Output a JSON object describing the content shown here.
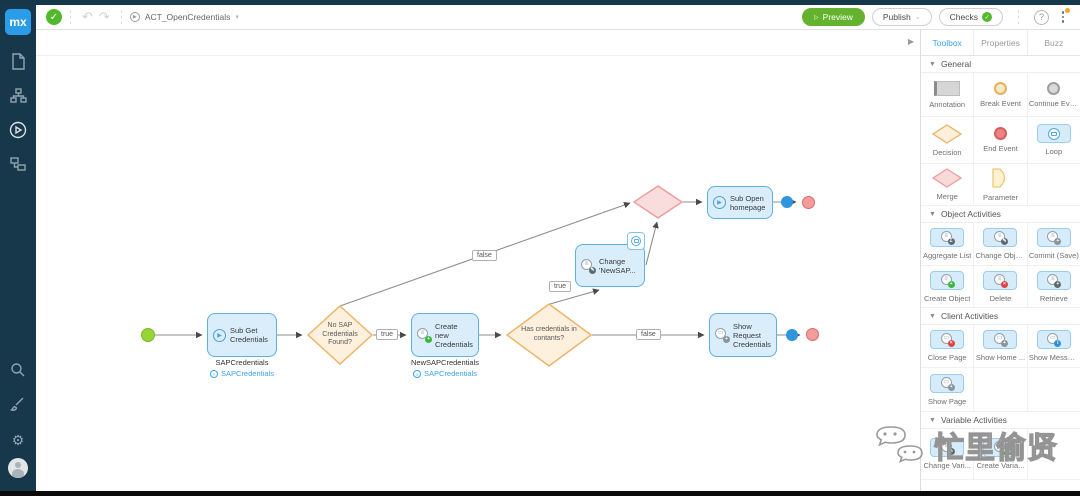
{
  "topbar": {
    "logo": "mx",
    "doc_tab": "ACT_OpenCredentials",
    "preview": "Preview",
    "publish": "Publish",
    "checks": "Checks",
    "help": "?",
    "accent_green": "#65b22e",
    "accent_blue": "#36a3e4"
  },
  "panel": {
    "tabs": [
      {
        "label": "Toolbox"
      },
      {
        "label": "Properties"
      },
      {
        "label": "Buzz"
      }
    ],
    "active_tab": "Toolbox",
    "sections": [
      {
        "title": "General",
        "items": [
          {
            "label": "Annotation"
          },
          {
            "label": "Break Event"
          },
          {
            "label": "Continue Event"
          },
          {
            "label": "Decision"
          },
          {
            "label": "End Event"
          },
          {
            "label": "Loop"
          },
          {
            "label": "Merge"
          },
          {
            "label": "Parameter"
          }
        ]
      },
      {
        "title": "Object Activities",
        "items": [
          {
            "label": "Aggregate List"
          },
          {
            "label": "Change Object"
          },
          {
            "label": "Commit (Save)"
          },
          {
            "label": "Create Object"
          },
          {
            "label": "Delete"
          },
          {
            "label": "Retrieve"
          }
        ]
      },
      {
        "title": "Client Activities",
        "items": [
          {
            "label": "Close Page"
          },
          {
            "label": "Show Home ..."
          },
          {
            "label": "Show Message"
          },
          {
            "label": "Show Page"
          }
        ]
      },
      {
        "title": "Variable Activities",
        "items": [
          {
            "label": "Change Vari..."
          },
          {
            "label": "Create Varia..."
          }
        ]
      }
    ]
  },
  "flow": {
    "act_get": {
      "text": "Sub Get\nCredentials",
      "name": "SAPCredentials",
      "link": "SAPCredentials"
    },
    "dec_nosap": {
      "text": "No SAP\nCredentials\nFound?"
    },
    "act_create": {
      "text": "Create new\nCredentials",
      "name": "NewSAPCredentials",
      "link": "SAPCredentials"
    },
    "dec_has": {
      "text": "Has credentials in\ncontants?"
    },
    "act_show": {
      "text": "Show\nRequest\nCredentials"
    },
    "act_change": {
      "text": "Change\n'NewSAP..."
    },
    "act_home": {
      "text": "Sub Open\nhomepage"
    },
    "labels": {
      "true1": "true",
      "false1": "false",
      "true2": "true",
      "false2": "false"
    },
    "colors": {
      "activity_fill": "#d9edfb",
      "activity_border": "#5fb0e2",
      "decision_fill": "#fdf0dc",
      "decision_border": "#eeb266",
      "merge_fill": "#f9dcdc",
      "merge_border": "#ec9b9b",
      "start": "#97d437",
      "end": "#f49c9c",
      "connector": "#8c8c8c"
    }
  },
  "watermark": {
    "text": "忙里偷贤"
  }
}
